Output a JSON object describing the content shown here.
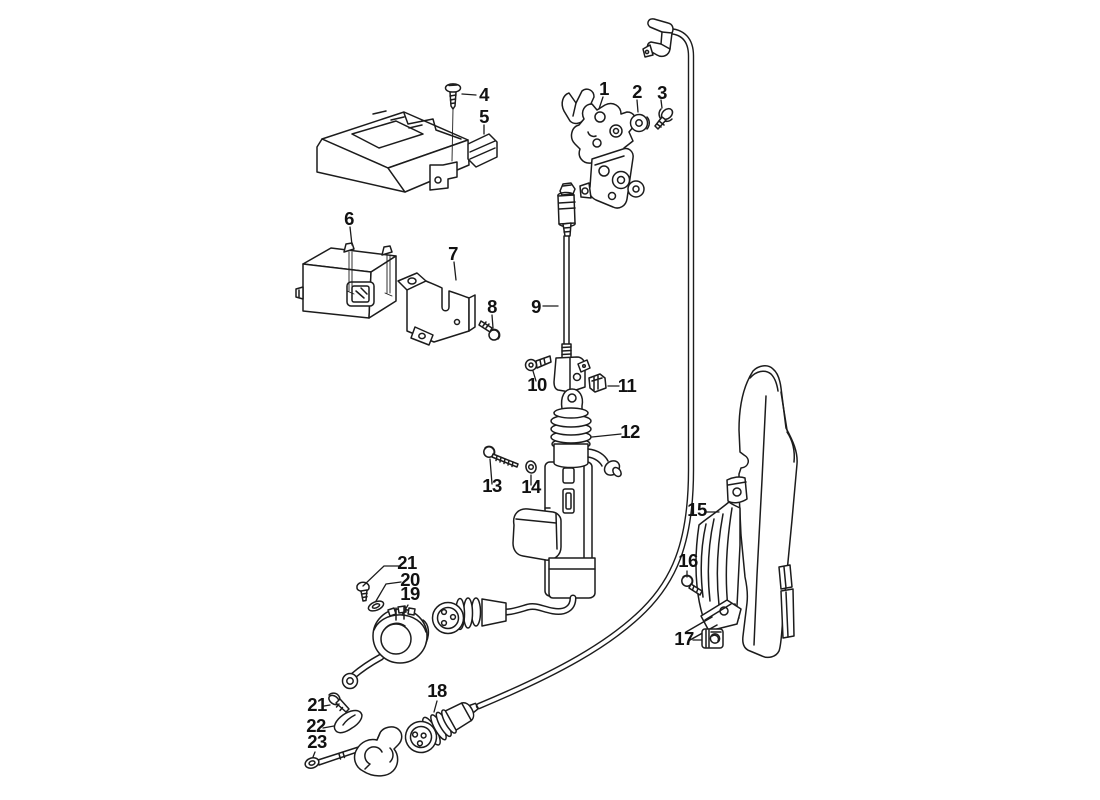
{
  "diagram": {
    "background": "#ffffff",
    "line_color": "#1c1c1c",
    "callouts": [
      {
        "id": "callout-1",
        "label": "1"
      },
      {
        "id": "callout-2",
        "label": "2"
      },
      {
        "id": "callout-3",
        "label": "3"
      },
      {
        "id": "callout-4",
        "label": "4"
      },
      {
        "id": "callout-5",
        "label": "5"
      },
      {
        "id": "callout-6",
        "label": "6"
      },
      {
        "id": "callout-7",
        "label": "7"
      },
      {
        "id": "callout-8",
        "label": "8"
      },
      {
        "id": "callout-9",
        "label": "9"
      },
      {
        "id": "callout-10",
        "label": "10"
      },
      {
        "id": "callout-11",
        "label": "11"
      },
      {
        "id": "callout-12",
        "label": "12"
      },
      {
        "id": "callout-13",
        "label": "13"
      },
      {
        "id": "callout-14",
        "label": "14"
      },
      {
        "id": "callout-15",
        "label": "15"
      },
      {
        "id": "callout-16",
        "label": "16"
      },
      {
        "id": "callout-17",
        "label": "17"
      },
      {
        "id": "callout-18",
        "label": "18"
      },
      {
        "id": "callout-19",
        "label": "19"
      },
      {
        "id": "callout-20",
        "label": "20"
      },
      {
        "id": "callout-21-a",
        "label": "21"
      },
      {
        "id": "callout-21-b",
        "label": "21"
      },
      {
        "id": "callout-22",
        "label": "22"
      },
      {
        "id": "callout-23",
        "label": "23"
      }
    ]
  }
}
